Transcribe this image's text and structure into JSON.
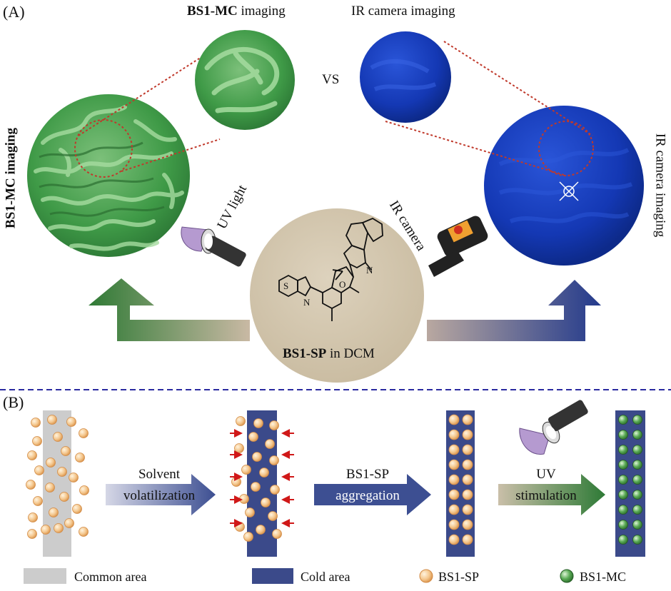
{
  "panel_a": {
    "label": "(A)",
    "zoom_left_title_bold": "BS1-MC",
    "zoom_left_title_rest": " imaging",
    "zoom_right_title": "IR camera imaging",
    "vs": "VS",
    "left_side": "BS1-MC imaging",
    "right_side": "IR camera imaging",
    "uv_light": "UV light",
    "ir_camera": "IR camera",
    "center_bold": "BS1-SP",
    "center_rest": " in DCM",
    "molecule_atoms": {
      "s": "S",
      "n1": "N",
      "o": "O",
      "n2": "N"
    }
  },
  "panel_b": {
    "label": "(B)",
    "step1_line1": "Solvent",
    "step1_line2": "volatilization",
    "step2_line1": "BS1-SP",
    "step2_line2": "aggregation",
    "step3_line1": "UV",
    "step3_line2": "stimulation"
  },
  "legend": {
    "common": "Common area",
    "cold": "Cold area",
    "sp": "BS1-SP",
    "mc": "BS1-MC"
  },
  "colors": {
    "green": "#3e8e41",
    "blue": "#1230a0",
    "navy_bar": "#3b4a8a",
    "gray_bar": "#cccccc",
    "dashed_line": "#2a2aa0",
    "red_arrow": "#d01818",
    "sp_particle": "#f3c48a",
    "mc_particle": "#4a9a4a"
  }
}
